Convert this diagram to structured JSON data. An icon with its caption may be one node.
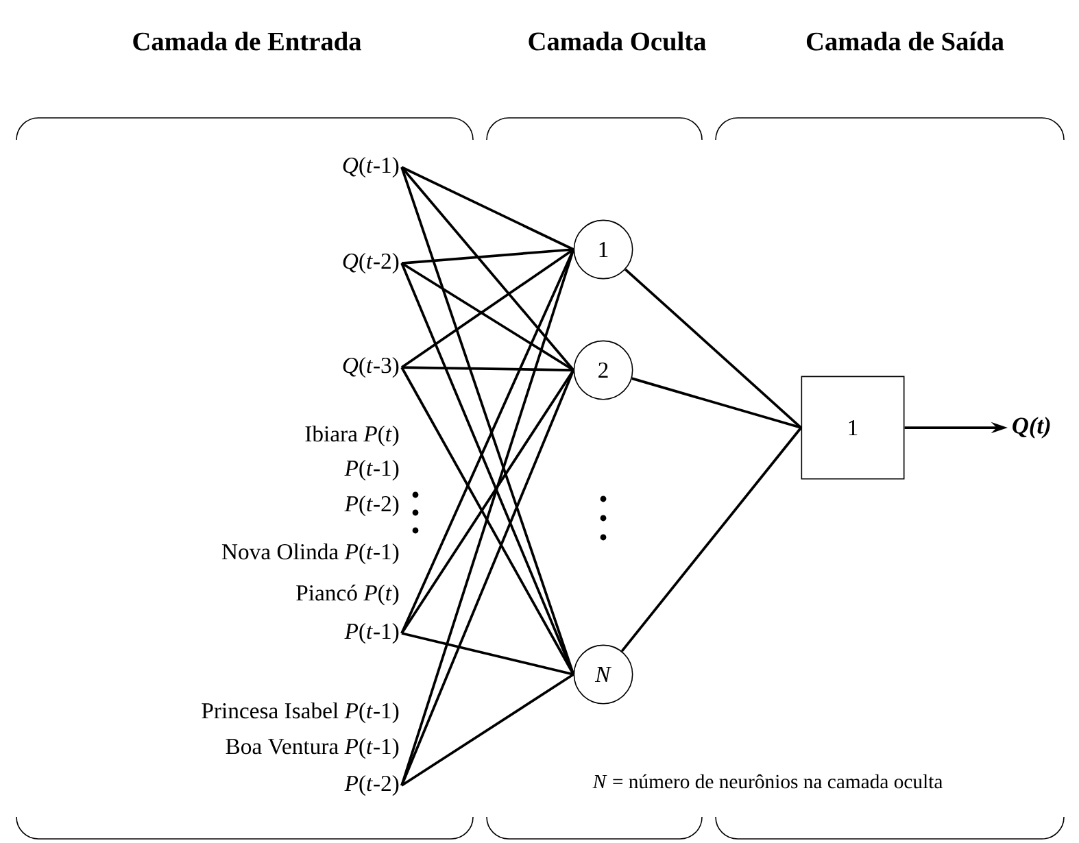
{
  "diagram": {
    "nodes": [
      {
        "text": [
          "*Q*(*t*-1)"
        ]
      },
      {
        "text": [
          "*Q*(*t*-2)"
        ]
      },
      {
        "text": [
          "*Q*(*t*-3)"
        ]
      },
      {
        "text": [
          "*P*(*t*-1)"
        ]
      },
      {
        "text": [
          "*P*(*t*-2)"
        ]
      },
      {
        "text": [
          "1"
        ]
      },
      {
        "text": [
          "2"
        ]
      },
      {
        "text": [
          "*N*"
        ]
      },
      {
        "text": [
          "1"
        ]
      },
      {
        "text": [
          "*Q*(*t*)"
        ]
      }
    ],
    "edges": [
      {
        "from": 0,
        "to": 5,
        "arrow": "none"
      },
      {
        "from": 0,
        "to": 6,
        "arrow": "none"
      },
      {
        "from": 0,
        "to": 7,
        "arrow": "none"
      },
      {
        "from": 1,
        "to": 5,
        "arrow": "none"
      },
      {
        "from": 1,
        "to": 6,
        "arrow": "none"
      },
      {
        "from": 1,
        "to": 7,
        "arrow": "none"
      },
      {
        "from": 2,
        "to": 5,
        "arrow": "none"
      },
      {
        "from": 2,
        "to": 6,
        "arrow": "none"
      },
      {
        "from": 2,
        "to": 7,
        "arrow": "none"
      },
      {
        "from": 3,
        "to": 5,
        "arrow": "none"
      },
      {
        "from": 3,
        "to": 6,
        "arrow": "none"
      },
      {
        "from": 3,
        "to": 7,
        "arrow": "none"
      },
      {
        "from": 4,
        "to": 5,
        "arrow": "none"
      },
      {
        "from": 4,
        "to": 6,
        "arrow": "none"
      },
      {
        "from": 4,
        "to": 7,
        "arrow": "none"
      },
      {
        "from": 5,
        "to": 8,
        "arrow": "none"
      },
      {
        "from": 6,
        "to": 8,
        "arrow": "none"
      },
      {
        "from": 7,
        "to": 8,
        "arrow": "none"
      },
      {
        "from": 8,
        "to": 9,
        "arrow": "to"
      }
    ],
    "labels": [
      "Camada de Entrada",
      "Camada Oculta",
      "Camada de Saída",
      "Ibiara *P*(*t*)",
      "*P*(*t*-1)",
      "*P*(*t*-2)",
      "Nova Olinda *P*(*t*-1)",
      "Piancó *P*(*t*)",
      "Princesa Isabel *P*(*t*-1)",
      "Boa Ventura *P*(*t*-1)",
      "*N* = número de neurônios na camada oculta"
    ]
  }
}
